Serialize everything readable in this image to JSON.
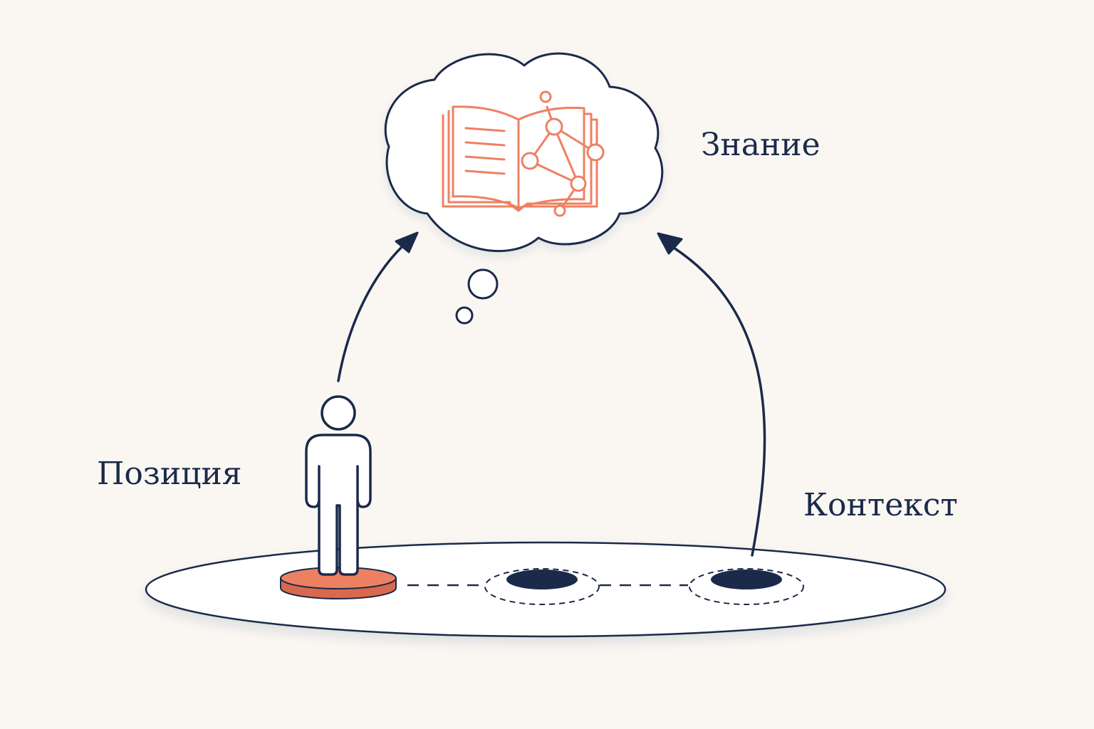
{
  "labels": {
    "knowledge": "Знание",
    "position": "Позиция",
    "context": "Контекст"
  },
  "colors": {
    "background": "#faf7f3",
    "ink": "#1b2a4a",
    "accent": "#ee8062",
    "accent_dark": "#d9694d",
    "surface": "#ffffff"
  },
  "icons": {
    "thought": "thought-cloud-icon",
    "book": "open-book-icon",
    "graph": "network-graph-icon",
    "person": "person-icon",
    "marker": "position-marker-icon"
  }
}
